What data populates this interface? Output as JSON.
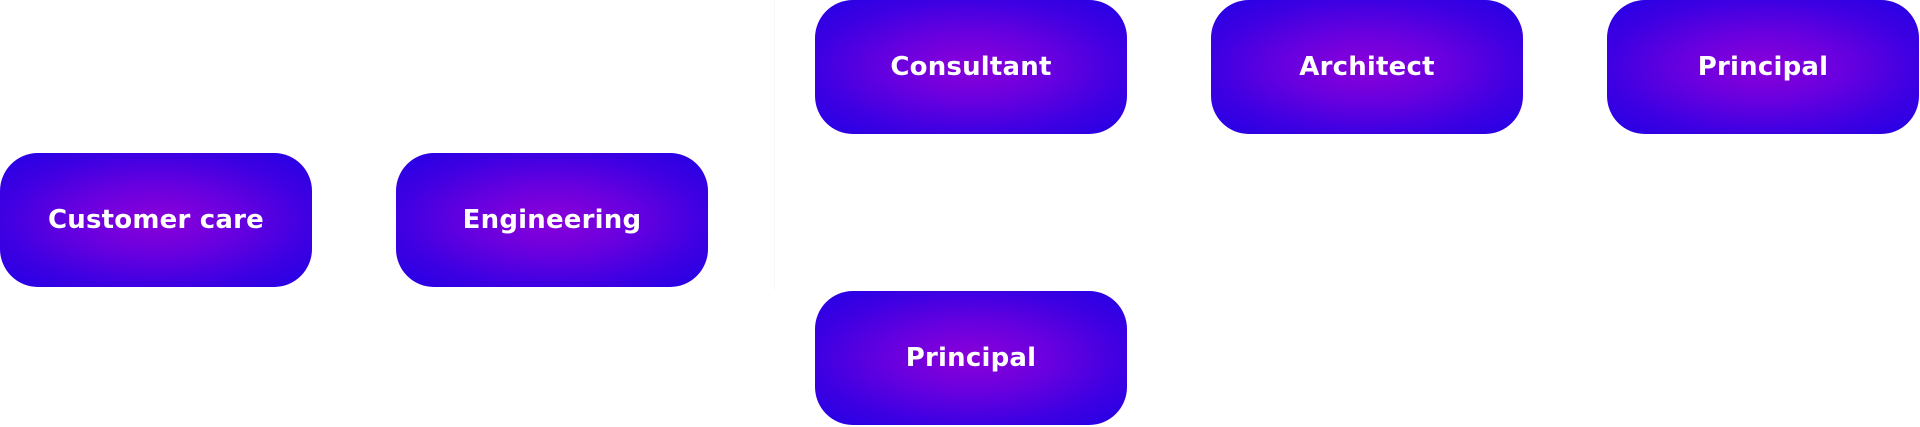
{
  "diagram": {
    "nodes": [
      {
        "id": "customer-care",
        "label": "Customer care"
      },
      {
        "id": "engineering",
        "label": "Engineering"
      },
      {
        "id": "consultant",
        "label": "Consultant"
      },
      {
        "id": "architect",
        "label": "Architect"
      },
      {
        "id": "principal-1",
        "label": "Principal"
      },
      {
        "id": "principal-2",
        "label": "Principal"
      }
    ],
    "colors": {
      "node_center": "#8a00d8",
      "node_edge": "#2400e6",
      "text": "#ffffff",
      "background": "#ffffff"
    }
  }
}
